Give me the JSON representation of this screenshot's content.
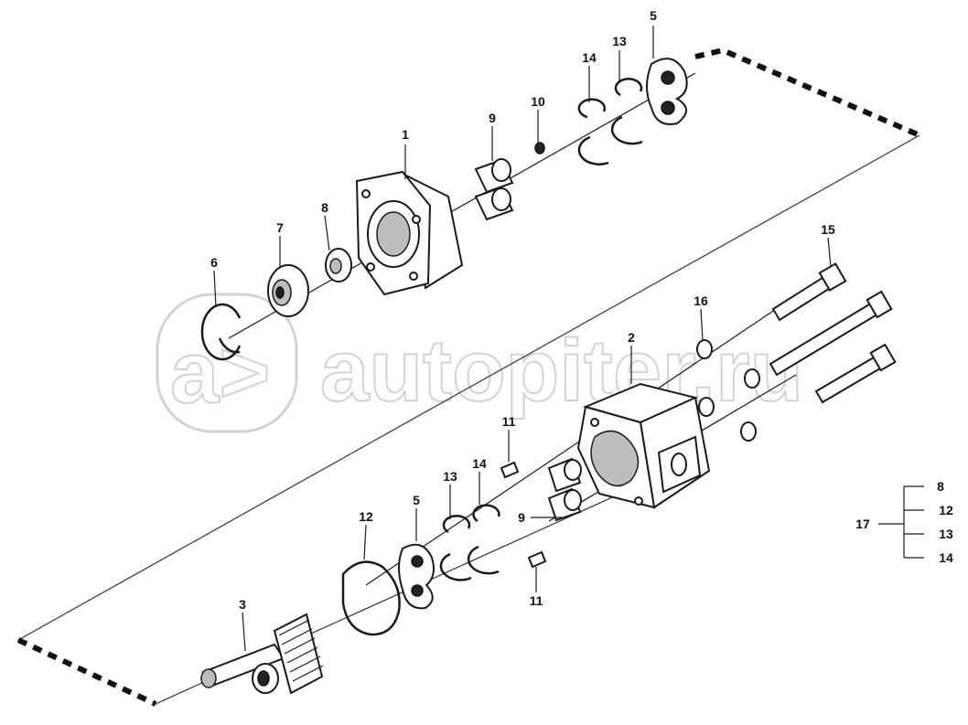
{
  "watermark": {
    "mark": "a>",
    "text": "autopiter.ru"
  },
  "callouts": {
    "p1": "1",
    "p2": "2",
    "p3": "3",
    "p5_top": "5",
    "p5_bottom": "5",
    "p6": "6",
    "p7": "7",
    "p8": "8",
    "p9_top": "9",
    "p9_bottom": "9",
    "p10": "10",
    "p11_top": "11",
    "p11_bottom": "11",
    "p12": "12",
    "p13_top": "13",
    "p13_bottom": "13",
    "p14_top": "14",
    "p14_bottom": "14",
    "p15": "15",
    "p16": "16"
  },
  "kit": {
    "label": "17",
    "items": [
      "8",
      "12",
      "13",
      "14"
    ]
  }
}
